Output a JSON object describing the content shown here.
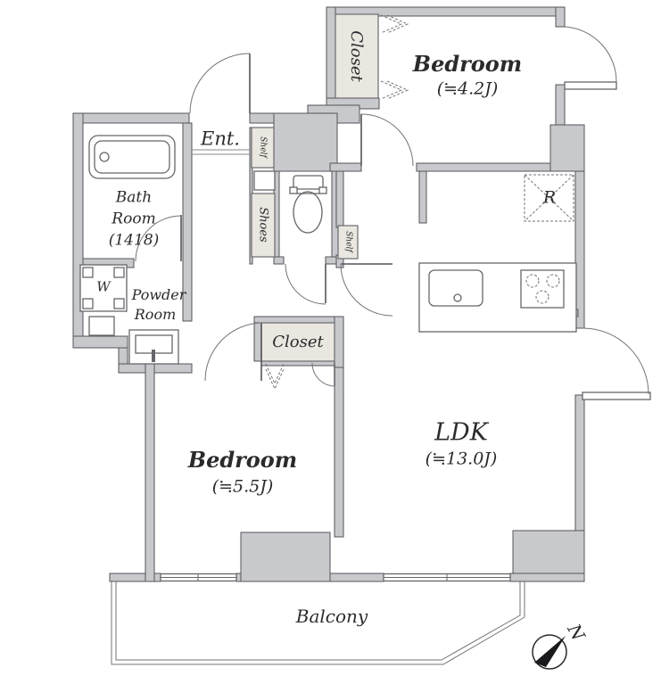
{
  "rooms": {
    "bedroom_top": {
      "name": "Bedroom",
      "size": "(≒4.2J)"
    },
    "bedroom_bottom": {
      "name": "Bedroom",
      "size": "(≒5.5J)"
    },
    "ldk": {
      "name": "LDK",
      "size": "(≒13.0J)"
    },
    "bathroom": {
      "line1": "Bath",
      "line2": "Room",
      "line3": "(1418)"
    },
    "powder_room": {
      "line1": "Powder",
      "line2": "Room"
    },
    "entrance": {
      "label": "Ent."
    },
    "balcony": {
      "label": "Balcony"
    }
  },
  "storage": {
    "closet_top": "Closet",
    "closet_mid": "Closet",
    "shelf_upper": "Shelf",
    "shelf_lower": "Shelf",
    "shoes": "Shoes"
  },
  "appliances": {
    "washer": "W",
    "refrigerator": "R"
  },
  "compass": {
    "north": "N"
  },
  "colors": {
    "wall": "#c8c9cc",
    "storage_fill": "#eae7e0",
    "outline": "#55555a",
    "text": "#2b2b2e",
    "background": "#ffffff"
  }
}
